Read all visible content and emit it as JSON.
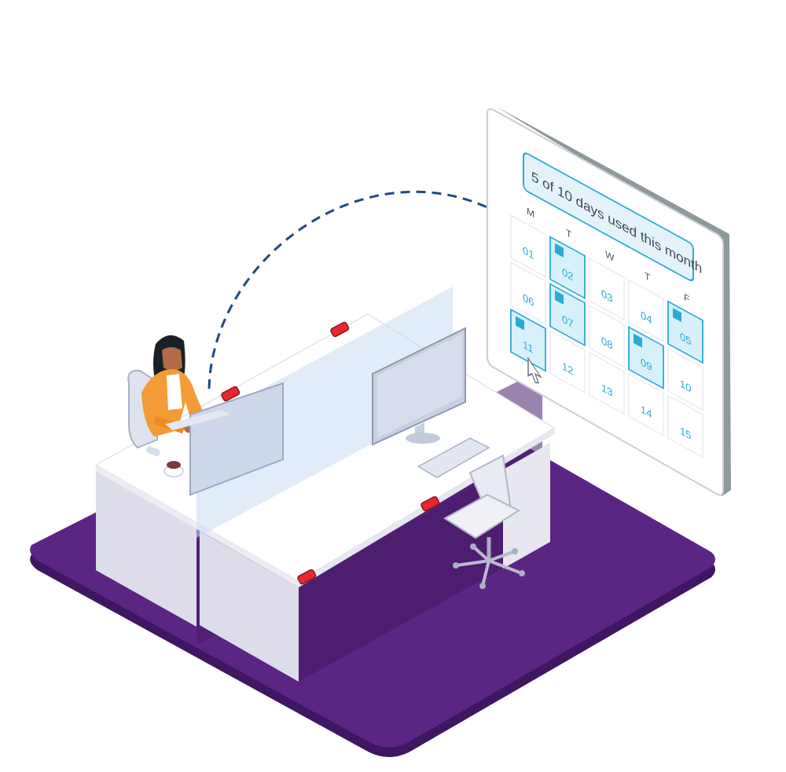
{
  "banner": {
    "text": "5 of 10 days used this month"
  },
  "weekdays": [
    "M",
    "T",
    "W",
    "T",
    "F"
  ],
  "days": [
    {
      "label": "01",
      "booked": false
    },
    {
      "label": "02",
      "booked": true
    },
    {
      "label": "03",
      "booked": false
    },
    {
      "label": "04",
      "booked": false
    },
    {
      "label": "05",
      "booked": true
    },
    {
      "label": "06",
      "booked": false
    },
    {
      "label": "07",
      "booked": true
    },
    {
      "label": "08",
      "booked": false
    },
    {
      "label": "09",
      "booked": true
    },
    {
      "label": "10",
      "booked": false
    },
    {
      "label": "11",
      "booked": true
    },
    {
      "label": "12",
      "booked": false
    },
    {
      "label": "13",
      "booked": false
    },
    {
      "label": "14",
      "booked": false
    },
    {
      "label": "15",
      "booked": false
    }
  ],
  "colors": {
    "floor": "#5b2584",
    "floor_edge": "#3f1661",
    "accent": "#29abd4",
    "booked_fill": "#d8f0fa",
    "dashed_line": "#1f4a80",
    "desk_sensor": "#e8282d"
  }
}
